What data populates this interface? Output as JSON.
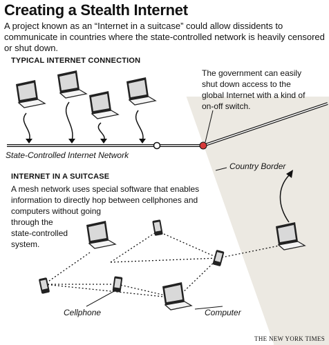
{
  "title": "Creating a Stealth Internet",
  "subtitle": "A project known as an “Internet in a suitcase” could allow dissidents to communicate in countries where the state-controlled network is heavily censored or shut down.",
  "typical": {
    "heading": "TYPICAL INTERNET CONNECTION",
    "network_label": "State-Controlled Internet Network",
    "gov_note_lines": [
      "The government can easily",
      "shut down access to the",
      "global Internet with a kind of",
      "on-off switch."
    ],
    "border_label": "Country Border"
  },
  "suitcase": {
    "heading": "INTERNET IN A SUITCASE",
    "desc_lines": [
      "A mesh network uses special software that enables",
      "information to directly hop between cellphones and",
      "computers without going",
      "through the",
      "state-controlled",
      "system."
    ],
    "cellphone_label": "Cellphone",
    "computer_label": "Computer"
  },
  "credit": "THE NEW YORK TIMES",
  "colors": {
    "shade": "#ece9e2",
    "switch": "#d63a3a",
    "line": "#111111",
    "laptop_frame": "#222222",
    "laptop_screen": "#d9d9d9"
  }
}
